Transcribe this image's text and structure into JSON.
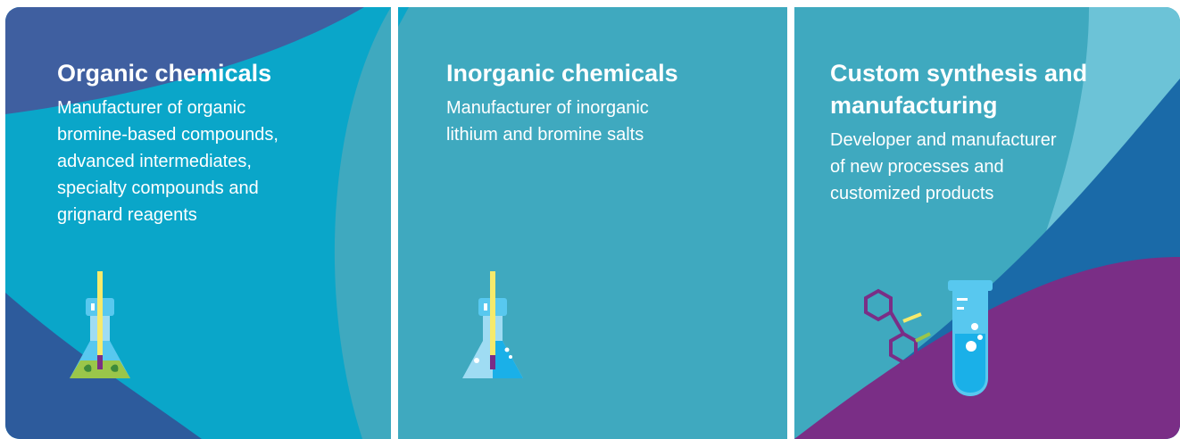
{
  "cards": [
    {
      "title": "Organic chemicals",
      "description": "Manufacturer of organic\nbromine-based compounds,\nadvanced intermediates,\nspecialty compounds and\ngrignard reagents",
      "icon": "flask-leaves-icon"
    },
    {
      "title": "Inorganic chemicals",
      "description": "Manufacturer of  inorganic\nlithium and bromine salts",
      "icon": "flask-bubbles-icon"
    },
    {
      "title": "Custom synthesis and manufacturing",
      "description": "Developer and manufacturer\nof new processes and\ncustomized products",
      "icon": "test-tube-molecule-icon"
    }
  ],
  "colors": {
    "teal": "#3fa9bf",
    "cyan": "#0aa6c9",
    "navy": "#2d5b9c",
    "purple": "#7a2e86",
    "yellow": "#f6ea6b",
    "green": "#9ac64a",
    "light_blue": "#58c8ef"
  }
}
